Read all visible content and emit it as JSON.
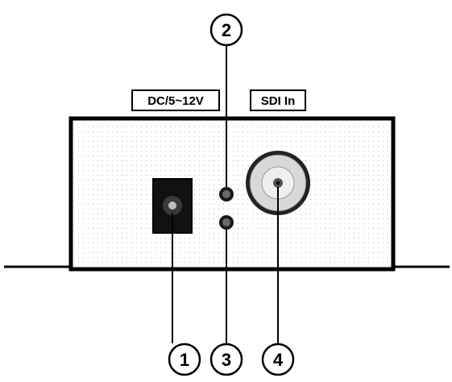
{
  "labels": {
    "power": "DC/5~12V",
    "input": "SDI In"
  },
  "callouts": [
    {
      "number": "1",
      "target": "dc-power-jack"
    },
    {
      "number": "2",
      "target": "power-led"
    },
    {
      "number": "3",
      "target": "signal-led"
    },
    {
      "number": "4",
      "target": "sdi-bnc-connector"
    }
  ],
  "colors": {
    "outline": "#000000",
    "panel": "#ffffff",
    "connector": "#d8d8d8",
    "jack": "#111111"
  }
}
